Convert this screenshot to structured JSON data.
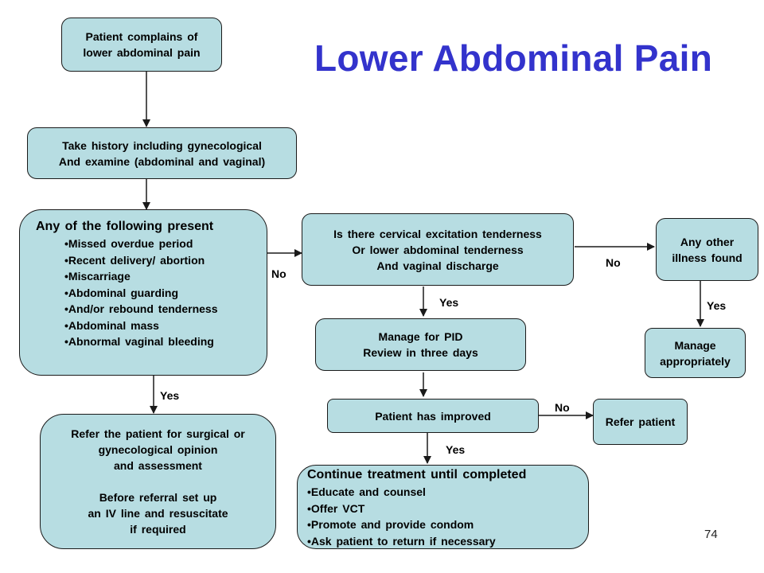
{
  "title": "Lower Abdominal Pain",
  "page_number": "74",
  "colors": {
    "box_fill": "#b7dde2",
    "title": "#3333cc",
    "border": "#1a1a1a"
  },
  "nodes": {
    "complains": {
      "lines": [
        "Patient complains of",
        "lower abdominal pain"
      ]
    },
    "history": {
      "lines": [
        "Take history including gynecological",
        "And examine (abdominal and vaginal)"
      ]
    },
    "criteria": {
      "heading": "Any of the following present",
      "items": [
        "Missed overdue period",
        "Recent delivery/ abortion",
        "Miscarriage",
        "Abdominal guarding",
        "And/or rebound tenderness",
        "Abdominal mass",
        "Abnormal vaginal bleeding"
      ]
    },
    "refer_surgical": {
      "lines": [
        "Refer the patient for surgical or",
        "gynecological opinion",
        "and assessment",
        "",
        "Before referral set up",
        "an IV line and resuscitate",
        "if required"
      ]
    },
    "cervical": {
      "lines": [
        "Is there cervical excitation tenderness",
        "Or lower abdominal tenderness",
        "And vaginal discharge"
      ]
    },
    "other_illness": {
      "lines": [
        "Any other",
        "illness found"
      ]
    },
    "manage_approp": {
      "lines": [
        "Manage",
        "appropriately"
      ]
    },
    "manage_pid": {
      "lines": [
        "Manage for PID",
        "Review in three days"
      ]
    },
    "improved": {
      "lines": [
        "Patient has improved"
      ]
    },
    "refer_patient": {
      "lines": [
        "Refer patient"
      ]
    },
    "continue": {
      "heading": "Continue treatment until completed",
      "items": [
        "Educate and counsel",
        "Offer VCT",
        "Promote and provide condom",
        "Ask patient to return if necessary"
      ]
    }
  },
  "edge_labels": {
    "criteria_no": "No",
    "criteria_yes": "Yes",
    "cervical_no": "No",
    "cervical_yes": "Yes",
    "other_yes": "Yes",
    "improved_no": "No",
    "improved_yes": "Yes"
  }
}
